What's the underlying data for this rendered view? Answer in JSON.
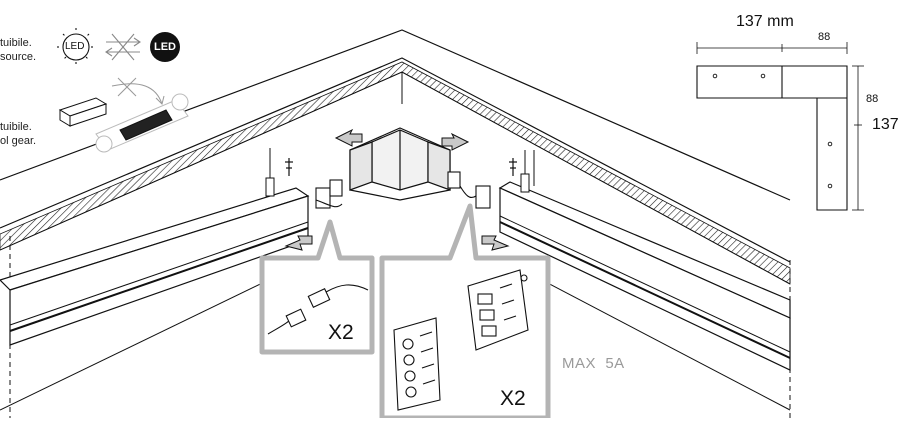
{
  "notes": {
    "line1": "tuibile.",
    "line2": "source.",
    "line3": "tuibile.",
    "line4": "ol gear."
  },
  "led": {
    "badge_label": "LED",
    "circle_label": "LED"
  },
  "connectors": {
    "left_quantity": "X2",
    "right_quantity": "X2",
    "max_current": "MAX  5A"
  },
  "dimensions": {
    "total_width": "137 mm",
    "inner_width": "88",
    "inner_height": "88",
    "total_height": "137"
  },
  "colors": {
    "line": "#111111",
    "callout": "#b4b4b4",
    "arrow_fill": "#c9c9c9"
  }
}
